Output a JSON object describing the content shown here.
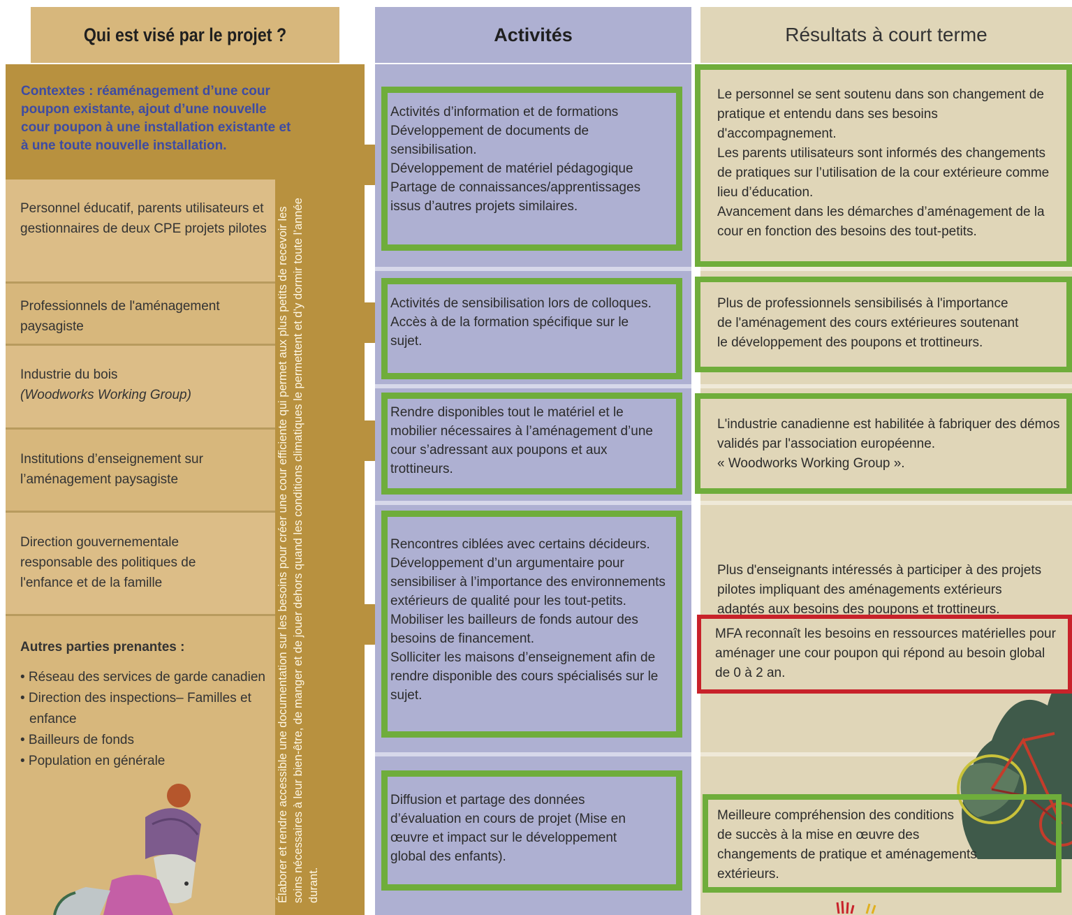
{
  "headers": {
    "who": "Qui est visé par le projet ?",
    "activities": "Activités",
    "results": "Résultats à court terme"
  },
  "who": {
    "contexts": "Contextes : réaménagement d’une cour poupon existante, ajout d’une nouvelle cour poupon à une installation existante et à une toute nouvelle installation.",
    "rows": [
      "Personnel éducatif, parents utilisateurs et gestionnaires de deux CPE projets pilotes",
      "Professionnels de l'aménagement paysagiste",
      "Industrie du bois",
      "Institutions d’enseignement sur l’aménagement paysagiste",
      "Direction gouvernementale responsable des politiques de l'enfance et de la famille"
    ],
    "industry_note": "(Woodworks Working Group)",
    "stakeholders_title": "Autres parties prenantes :",
    "stakeholders": [
      "• Réseau des services de garde canadien",
      "• Direction des inspections– Familles et enfance",
      "• Bailleurs de fonds",
      "• Population en générale"
    ]
  },
  "goal_vertical": "Élaborer et rendre accessible une documentation sur les besoins pour créer une cour efficiente qui permet aux plus petits de recevoir les soins nécessaires à leur bien-être, de manger et de jouer dehors quand les conditions climatiques le permettent et d’y dormir toute l’année durant.",
  "activities": [
    [
      "Activités d’information et de formations",
      "Développement de documents de",
      "sensibilisation.",
      "Développement de matériel pédagogique",
      "Partage de connaissances/apprentissages",
      "issus d’autres projets similaires."
    ],
    [
      "Activités de sensibilisation lors de colloques.",
      "Accès à de la formation spécifique sur le",
      "sujet."
    ],
    [
      "Rendre disponibles tout le matériel et le",
      "mobilier nécessaires à l’aménagement d’une",
      "cour s’adressant aux poupons et aux",
      "trottineurs."
    ],
    [
      "Rencontres ciblées avec certains décideurs.",
      "Développement d’un argumentaire pour",
      "sensibiliser à l’importance des environnements",
      "extérieurs de qualité pour les tout-petits.",
      "Mobiliser les bailleurs de fonds autour des",
      "besoins de financement.",
      "Solliciter les maisons d’enseignement afin de",
      "rendre disponible des cours spécialisés sur le",
      "sujet."
    ],
    [
      "Diffusion et partage des données",
      "d’évaluation en cours de projet (Mise en",
      "œuvre et impact sur le développement",
      "global des enfants)."
    ]
  ],
  "results": [
    [
      "Le personnel se sent soutenu dans son changement de",
      "pratique et entendu dans ses besoins",
      "d'accompagnement.",
      "Les parents utilisateurs sont informés des changements",
      "de pratiques sur l’utilisation de la cour extérieure comme",
      "lieu d’éducation.",
      "Avancement dans les démarches d’aménagement de la",
      "cour en fonction des besoins des tout-petits."
    ],
    [
      "Plus de professionnels sensibilisés à l'importance",
      "de l'aménagement des cours extérieures soutenant",
      "le développement des poupons et trottineurs."
    ],
    [
      "L'industrie canadienne est habilitée à fabriquer des démos",
      "validés par l'association européenne.",
      " « Woodworks Working Group »."
    ],
    [
      "Plus d'enseignants intéressés à participer à des projets",
      "pilotes impliquant des aménagements extérieurs",
      "adaptés aux besoins des poupons et trottineurs."
    ],
    [
      "MFA reconnaît les besoins en ressources matérielles pour",
      "aménager une cour poupon qui répond au besoin global",
      "de 0 à 2 an."
    ],
    [
      "Meilleure compréhension des conditions",
      "de succès à la mise en œuvre des",
      "changements de pratique et aménagements",
      "extérieurs."
    ]
  ],
  "colors": {
    "gold": "#b8913f",
    "sand": "#d7b77c",
    "lavender": "#aeb0d2",
    "beige": "#e0d6b8",
    "green_frame": "#6fad3b",
    "red_frame": "#c8222a",
    "context_text": "#3d4ba3"
  }
}
